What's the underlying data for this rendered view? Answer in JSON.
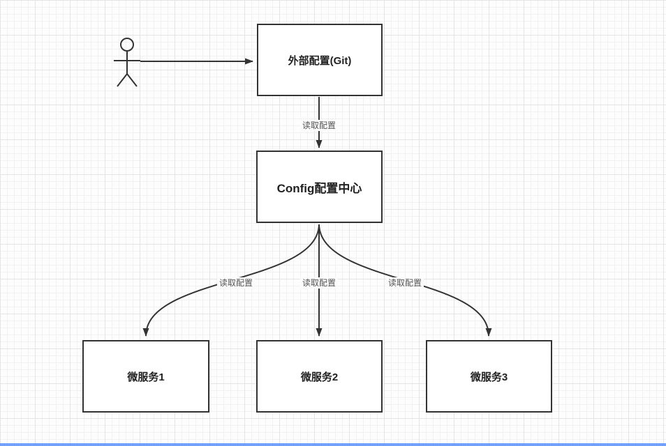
{
  "diagram": {
    "nodes": [
      {
        "id": "git",
        "label": "外部配置(Git)"
      },
      {
        "id": "config",
        "label": "Config配置中心"
      },
      {
        "id": "ms1",
        "label": "微服务1"
      },
      {
        "id": "ms2",
        "label": "微服务2"
      },
      {
        "id": "ms3",
        "label": "微服务3"
      }
    ],
    "edges": [
      {
        "from": "actor",
        "to": "git",
        "label": ""
      },
      {
        "from": "git",
        "to": "config",
        "label": "读取配置"
      },
      {
        "from": "config",
        "to": "ms1",
        "label": "读取配置"
      },
      {
        "from": "config",
        "to": "ms2",
        "label": "读取配置"
      },
      {
        "from": "config",
        "to": "ms3",
        "label": "读取配置"
      }
    ],
    "colors": {
      "stroke": "#333333",
      "node_border": "#333333",
      "node_fill": "#ffffff",
      "label_text": "#555555",
      "grid_minor": "#f1f1f1",
      "grid_major": "#e4e4e4",
      "scrollbar": "#5b8ff9"
    }
  }
}
